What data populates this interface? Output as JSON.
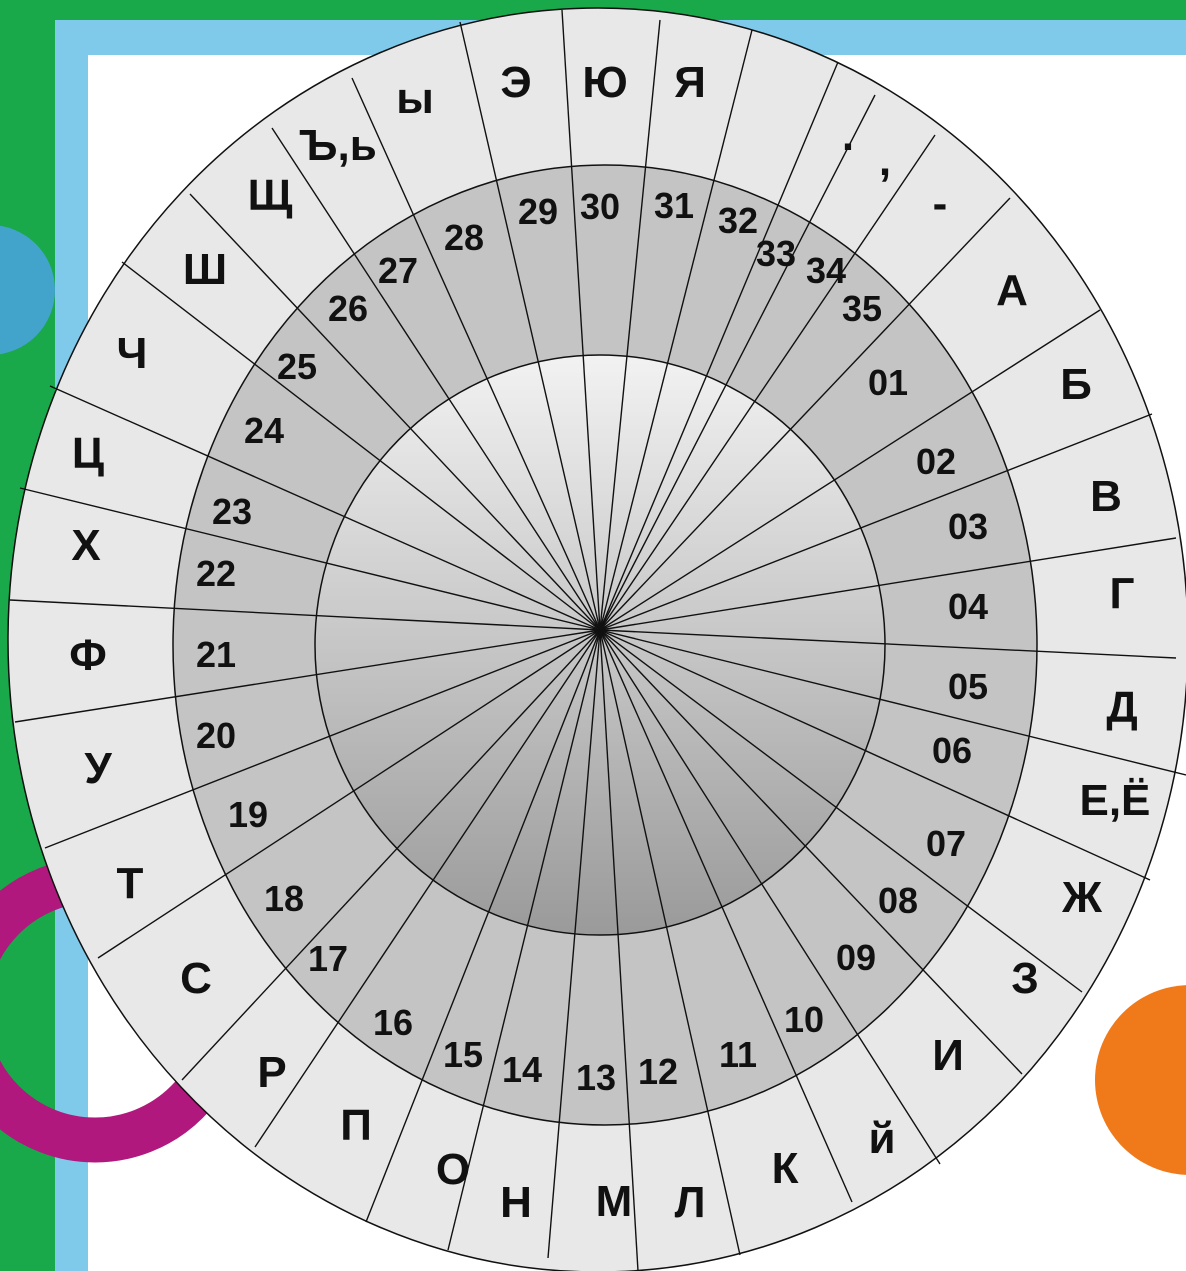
{
  "colors": {
    "background_green": "#19a84a",
    "frame_blue": "#7fc9ea",
    "inner_white": "#ffffff",
    "outer_ring": "#e8e8e8",
    "number_ring": "#c4c4c4",
    "center_light": "#f2f2f2",
    "center_dark": "#9a9a9a",
    "lines": "#111111"
  },
  "wheel": {
    "outer_labels": [
      "А",
      "Б",
      "В",
      "Г",
      "Д",
      "Е,Ё",
      "Ж",
      "З",
      "И",
      "й",
      "К",
      "Л",
      "М",
      "Н",
      "О",
      "П",
      "Р",
      "С",
      "Т",
      "У",
      "Ф",
      "Х",
      "Ц",
      "Ч",
      "Ш",
      "Щ",
      "Ъ,ь",
      "ы",
      "Э",
      "Ю",
      "Я",
      ".",
      ",",
      "-"
    ],
    "number_labels": [
      "01",
      "02",
      "03",
      "04",
      "05",
      "06",
      "07",
      "08",
      "09",
      "10",
      "11",
      "12",
      "13",
      "14",
      "15",
      "16",
      "17",
      "18",
      "19",
      "20",
      "21",
      "22",
      "23",
      "24",
      "25",
      "26",
      "27",
      "28",
      "29",
      "30",
      "31",
      "32",
      "33",
      "34",
      "35"
    ]
  }
}
